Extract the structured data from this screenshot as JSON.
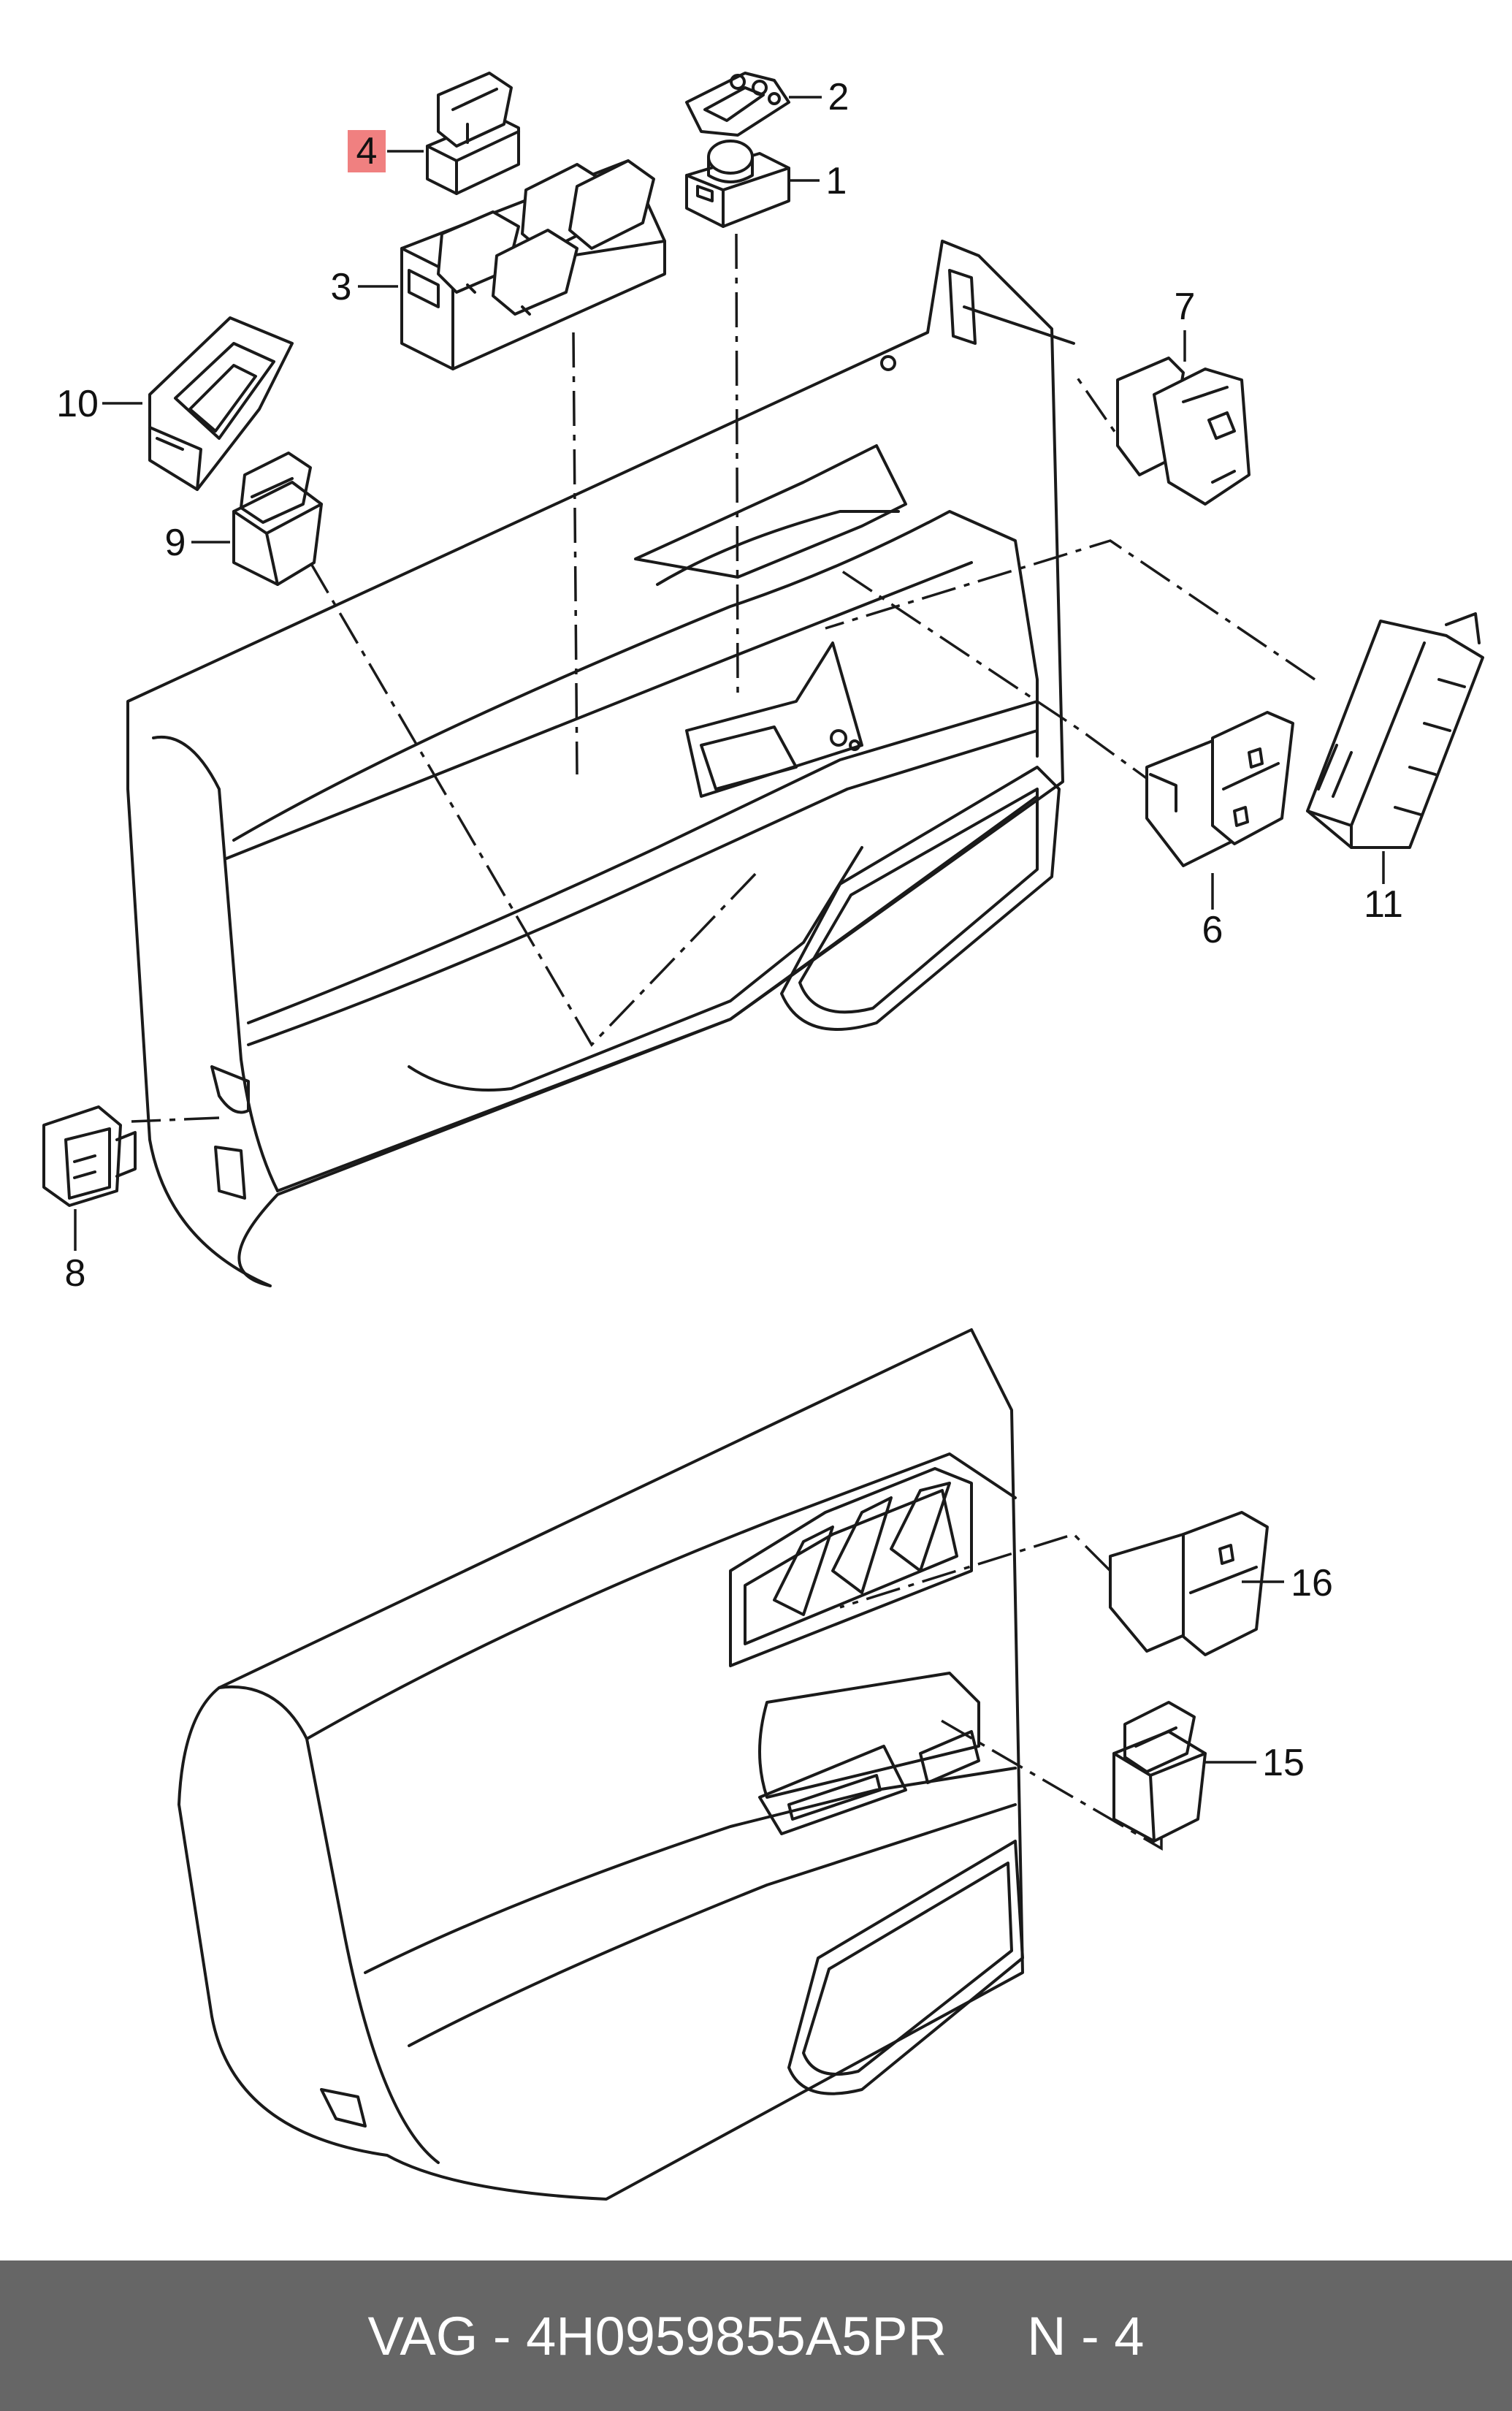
{
  "diagram": {
    "highlight_color": "#f08080",
    "callouts": [
      {
        "id": "c4",
        "label": "4",
        "highlighted": true
      },
      {
        "id": "c2",
        "label": "2"
      },
      {
        "id": "c1",
        "label": "1"
      },
      {
        "id": "c3",
        "label": "3"
      },
      {
        "id": "c7",
        "label": "7"
      },
      {
        "id": "c10",
        "label": "10"
      },
      {
        "id": "c9",
        "label": "9"
      },
      {
        "id": "c11",
        "label": "11"
      },
      {
        "id": "c6",
        "label": "6"
      },
      {
        "id": "c8",
        "label": "8"
      },
      {
        "id": "c16",
        "label": "16"
      },
      {
        "id": "c15",
        "label": "15"
      }
    ]
  },
  "footer": {
    "background": "#666666",
    "brand_part": "VAG - 4H0959855A5PR",
    "position": "N - 4"
  }
}
